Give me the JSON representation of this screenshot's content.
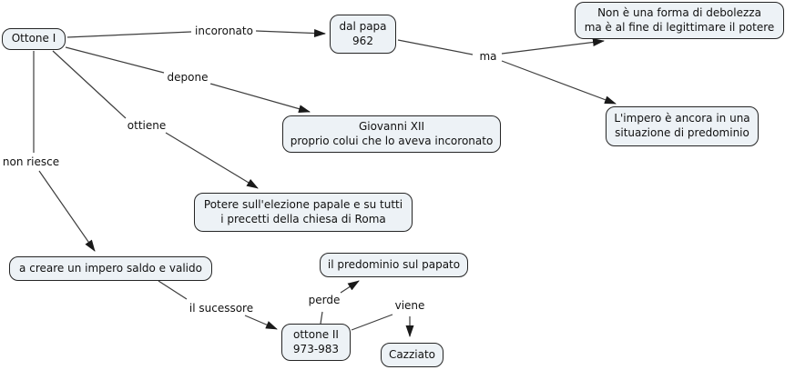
{
  "colors": {
    "canvas_background": "#ffffff",
    "node_fill": "#edf2f6",
    "node_border": "#252525",
    "connector": "#3d3d3d",
    "text": "#111111"
  },
  "nodes": [
    {
      "id": "ottone-i",
      "text": "Ottone I"
    },
    {
      "id": "dal-papa-962",
      "text": "dal papa\n962"
    },
    {
      "id": "non-debolezza",
      "text": "Non è una forma di debolezza\nma è al fine di legittimare il potere"
    },
    {
      "id": "impero-predominio",
      "text": "L'impero è ancora in una\nsituazione di predominio"
    },
    {
      "id": "giovanni-xii",
      "text": "Giovanni XII\nproprio colui che lo aveva incoronato"
    },
    {
      "id": "potere-elezione",
      "text": "Potere sull'elezione papale e su tutti\ni precetti della chiesa di Roma"
    },
    {
      "id": "a-creare-impero",
      "text": "a creare un impero saldo e valido"
    },
    {
      "id": "predominio-papato",
      "text": "il predominio sul papato"
    },
    {
      "id": "ottone-ii",
      "text": "ottone II\n973-983"
    },
    {
      "id": "cazziato",
      "text": "Cazziato"
    }
  ],
  "link_labels": [
    {
      "id": "incoronato",
      "text": "incoronato"
    },
    {
      "id": "ma",
      "text": "ma"
    },
    {
      "id": "depone",
      "text": "depone"
    },
    {
      "id": "ottiene",
      "text": "ottiene"
    },
    {
      "id": "non-riesce",
      "text": "non riesce"
    },
    {
      "id": "il-sucessore",
      "text": "il sucessore"
    },
    {
      "id": "perde",
      "text": "perde"
    },
    {
      "id": "viene",
      "text": "viene"
    }
  ]
}
